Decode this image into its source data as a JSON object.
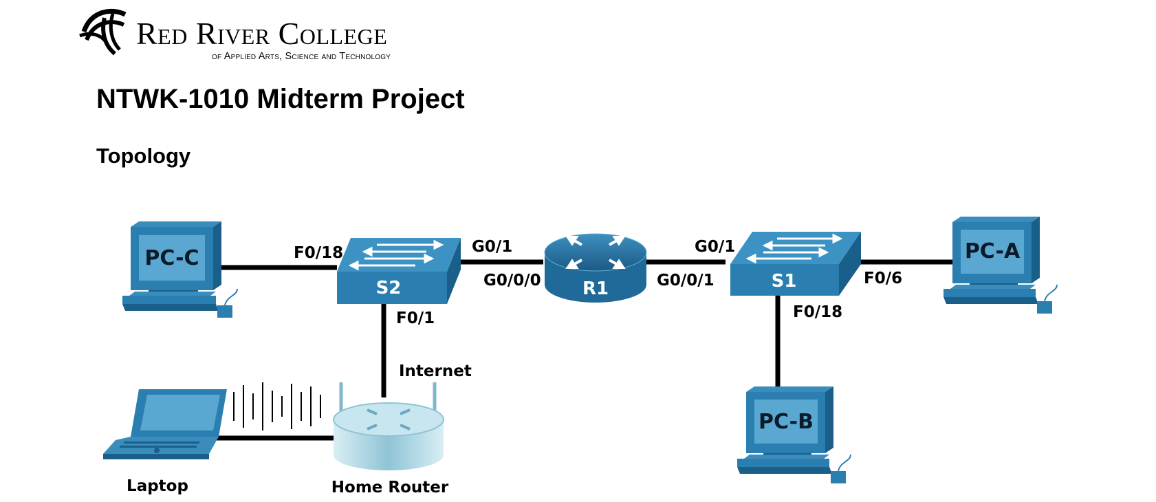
{
  "header": {
    "logo_name": "Red River College",
    "logo_subtitle": "of Applied Arts, Science and Technology",
    "logo_icon": "red-river-swirl-logo-icon",
    "title": "NTWK-1010 Midterm Project",
    "section": "Topology"
  },
  "topology": {
    "devices": {
      "pc_c": "PC-C",
      "s2": "S2",
      "r1": "R1",
      "s1": "S1",
      "pc_a": "PC-A",
      "pc_b": "PC-B",
      "laptop": "Laptop",
      "home_router": "Home Router"
    },
    "ports": {
      "s2_f018": "F0/18",
      "s2_g01": "G0/1",
      "r1_g000": "G0/0/0",
      "r1_g001": "G0/0/1",
      "s1_g01": "G0/1",
      "s1_f06": "F0/6",
      "s2_f01": "F0/1",
      "s1_f018": "F0/18",
      "home_router_internet": "Internet"
    },
    "colors": {
      "device_blue": "#2a7fb0",
      "device_dark": "#1a5f8a",
      "screen_blue": "#5aa8d2",
      "link": "#000000"
    }
  }
}
